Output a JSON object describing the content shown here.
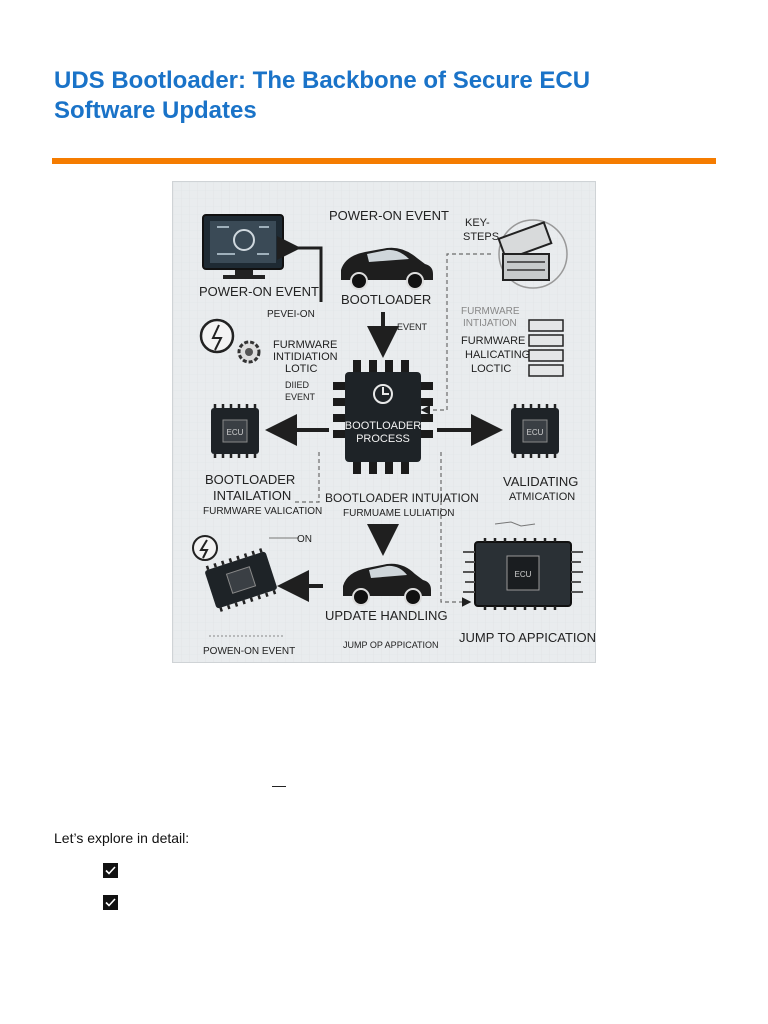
{
  "document": {
    "title": "UDS Bootloader: The Backbone of Secure ECU Software Updates",
    "intro": "Let’s explore in detail:",
    "checklist": [
      {
        "text": "",
        "checked": true
      },
      {
        "text": "",
        "checked": true
      }
    ]
  },
  "figure": {
    "top_title": "POWER-ON EVENT",
    "key_steps": [
      "KEY-",
      "STEPS"
    ],
    "left_power_on": "POWER-ON EVENT",
    "top_bootloader": "BOOTLOADER",
    "event_label": "EVENT",
    "pevei_on": "PEVEI-ON",
    "left_firmware": [
      "FURMWARE",
      "INTIDIATION",
      "LOTIC"
    ],
    "diied_event": [
      "DIIED",
      "EVENT"
    ],
    "right_firmware_faint": [
      "FURMWARE",
      "INTIJATION"
    ],
    "right_firmware": [
      "FURMWARE",
      "HALICATING",
      "LOCTIC"
    ],
    "chip_small_label": "ECU",
    "chip_center_label": [
      "BOOTLOADER",
      "PROCESS"
    ],
    "left_init": [
      "BOOTLOADER",
      "INTAILATION",
      "FURMWARE VALICATION"
    ],
    "center_init": [
      "BOOTLOADER INTUIATION",
      "FURMUAME LULIATION"
    ],
    "validating": [
      "VALIDATING",
      "ATMICATION"
    ],
    "on_label": "ON",
    "update_handling": "UPDATE HANDLING",
    "jump_faint": "JUMP OP APPICATION",
    "jump": "JUMP TO APPICATION",
    "bottom_power_on": "POWEN-ON EVENT",
    "ecu_label": "ECU"
  },
  "colors": {
    "title": "#1a73c8",
    "rule": "#f57c00",
    "diagram_ink": "#222222"
  },
  "icons": [
    "monitor-icon",
    "car-icon",
    "stopwatch-icon",
    "gear-icon",
    "lightning-icon",
    "chip-icon",
    "circuit-board-icon",
    "check-icon",
    "arrow-icon"
  ]
}
